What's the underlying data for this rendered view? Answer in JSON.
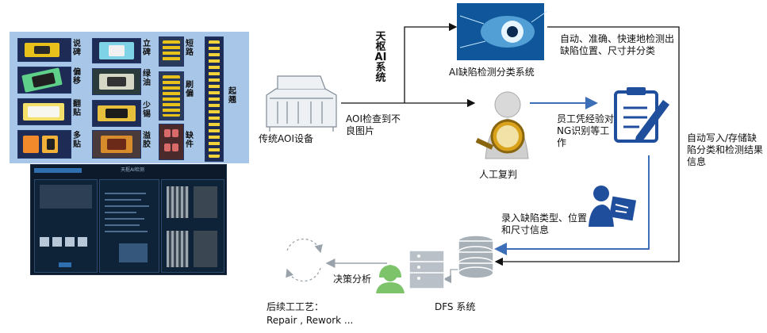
{
  "left_panel": {
    "labels": [
      "说碑",
      "偏移",
      "翻贴",
      "多贴",
      "立碑",
      "绿油",
      "少锡",
      "溢胶",
      "短路",
      "刷偏",
      "缺件",
      "起翘"
    ]
  },
  "screen": {
    "title": "天枢AI检测"
  },
  "nodes": {
    "aoi_device": "传统AOI设备",
    "ai_system_label": "天枢AI系统",
    "ai_module": "AI缺陷检测分类系统",
    "manual_review": "人工复判",
    "dfs": "DFS 系统"
  },
  "annotations": {
    "aoi_ng": "AOI检查到不良图片",
    "ai_output": "自动、准确、快速地检测出缺陷位置、尺寸并分类",
    "employee_ng": "员工凭经验对NG识别等工作",
    "auto_write": "自动写入/存储缺陷分类和检测结果信息",
    "record_defect": "录入缺陷类型、位置和尺寸信息",
    "decision": "决策分析",
    "followup_1": "后续工工艺：",
    "followup_2": "Repair , Rework ..."
  },
  "colors": {
    "arrow_black": "#111111",
    "arrow_blue": "#3d6fb8",
    "icon_blue": "#1f4e9c",
    "icon_gray": "#9aa3ab",
    "icon_green": "#7dc36a"
  }
}
